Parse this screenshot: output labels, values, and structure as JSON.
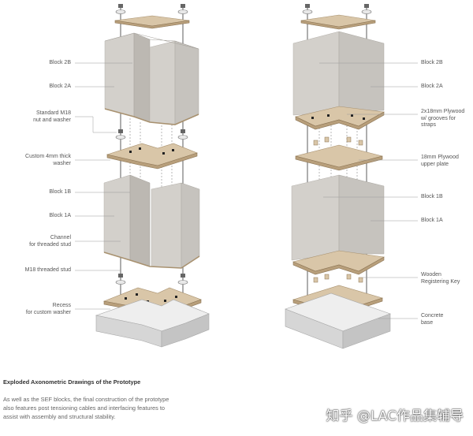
{
  "left_labels": [
    {
      "text": "Block 2B"
    },
    {
      "text": "Block 2A"
    },
    {
      "text": "Standard M18\nnut and washer"
    },
    {
      "text": "Custom 4mm thick\nwasher"
    },
    {
      "text": "Block 1B"
    },
    {
      "text": "Block 1A"
    },
    {
      "text": "Channel\nfor threaded stud"
    },
    {
      "text": "M18 threaded stud"
    },
    {
      "text": "Recess\nfor custom washer"
    }
  ],
  "right_labels": [
    {
      "text": "Block 2B"
    },
    {
      "text": "Block 2A"
    },
    {
      "text": "2x18mm Plywood\nw/ grooves for straps"
    },
    {
      "text": "18mm Plywood\nupper plate"
    },
    {
      "text": "Block 1B"
    },
    {
      "text": "Block 1A"
    },
    {
      "text": "Wooden\nRegistering Key"
    },
    {
      "text": "Concrete\nbase"
    }
  ],
  "caption": {
    "title": "Exploded Axonometric Drawings of the Prototype",
    "body": "As well as the SEF blocks, the final construction of the prototype also features post tensioning cables and interfacing features to assist with assembly and structural stability."
  },
  "watermark": "知乎 @LAC作品集辅导"
}
